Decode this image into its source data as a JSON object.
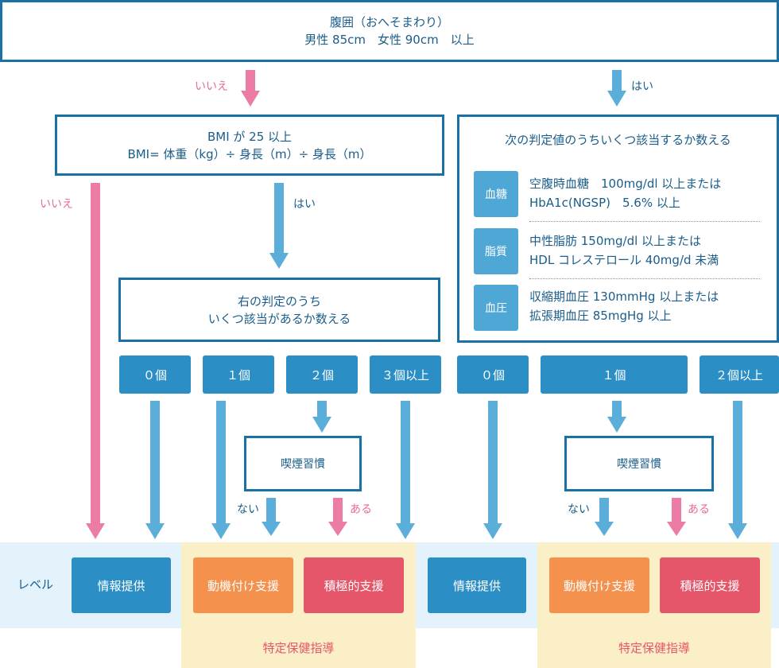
{
  "top": {
    "line1": "腹囲（おへそまわり）",
    "line2": "男性 85cm　女性 90cm　以上"
  },
  "labels": {
    "no": "いいえ",
    "yes": "はい",
    "none": "ない",
    "some": "ある"
  },
  "bmi": {
    "line1": "BMI が 25 以上",
    "line2": "BMI= 体重（kg）÷ 身長（m）÷ 身長（m）"
  },
  "left_count_box": {
    "line1": "右の判定のうち",
    "line2": "いくつ該当があるか数える"
  },
  "right_panel": {
    "title": "次の判定値のうちいくつ該当するか数える",
    "criteria": [
      {
        "tag": "血糖",
        "line1": "空腹時血糖　100mg/dl 以上または",
        "line2": "HbA1c(NGSP)　5.6% 以上"
      },
      {
        "tag": "脂質",
        "line1": "中性脂肪 150mg/dl 以上または",
        "line2": "HDL コレステロール 40mg/d 未満"
      },
      {
        "tag": "血圧",
        "line1": "収縮期血圧 130mmHg 以上または",
        "line2": "拡張期血圧 85mgHg 以上"
      }
    ]
  },
  "counts_left": [
    "０個",
    "１個",
    "２個",
    "３個以上"
  ],
  "counts_right": [
    "０個",
    "１個",
    "２個以上"
  ],
  "smoking": "喫煙習慣",
  "level": {
    "label": "レベル",
    "info": "情報提供",
    "motivation": "動機付け支援",
    "active": "積極的支援",
    "specific": "特定保健指導"
  },
  "colors": {
    "dark_blue": "#1a71a5",
    "count_blue": "#2b8ec5",
    "arrow_blue": "#5aaed9",
    "arrow_pink": "#ec7ba5",
    "band_blue": "#e3f2fb",
    "band_yellow": "#fbefc8",
    "orange": "#f3914d",
    "red": "#e6566a"
  }
}
